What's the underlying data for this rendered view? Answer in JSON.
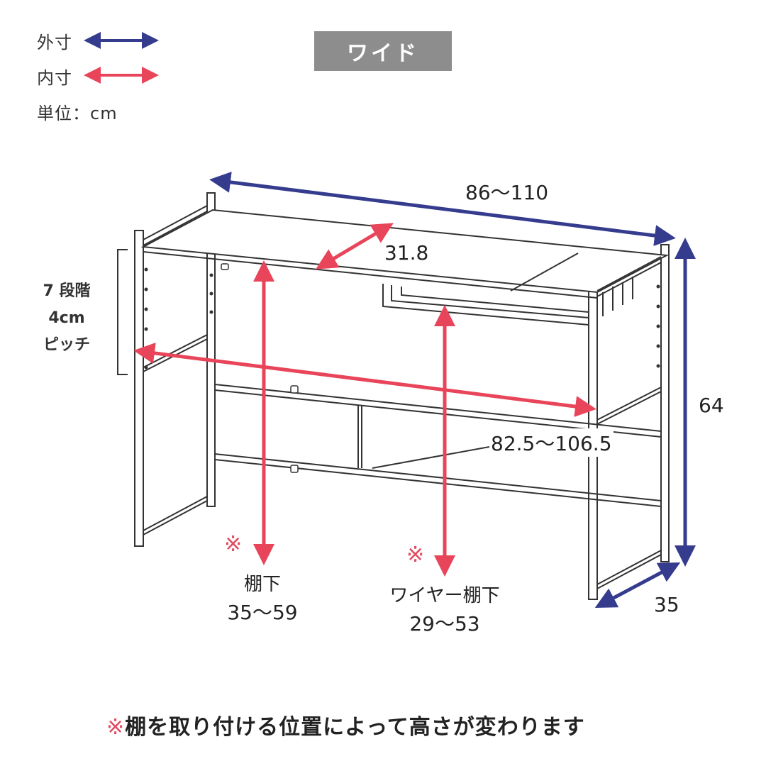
{
  "legend": {
    "outer_label": "外寸",
    "inner_label": "内寸",
    "unit_label": "単位：cm",
    "outer_color": "#353c8e",
    "inner_color": "#e8455a"
  },
  "badge": {
    "label": "ワイド",
    "bg_color": "#8d8d8d"
  },
  "dimensions": {
    "outer_width": "86〜110",
    "shelf_depth": "31.8",
    "inner_width": "82.5〜106.5",
    "outer_height": "64",
    "outer_depth": "35"
  },
  "pitch": {
    "line1": "7 段階",
    "line2": "4cm",
    "line3": "ピッチ"
  },
  "clearances": {
    "under_shelf": {
      "mark": "※",
      "label": "棚下",
      "value": "35〜59"
    },
    "under_wire_shelf": {
      "mark": "※",
      "label": "ワイヤー棚下",
      "value": "29〜53"
    }
  },
  "footnote": {
    "mark": "※",
    "text": "棚を取り付ける位置によって高さが変わります"
  }
}
